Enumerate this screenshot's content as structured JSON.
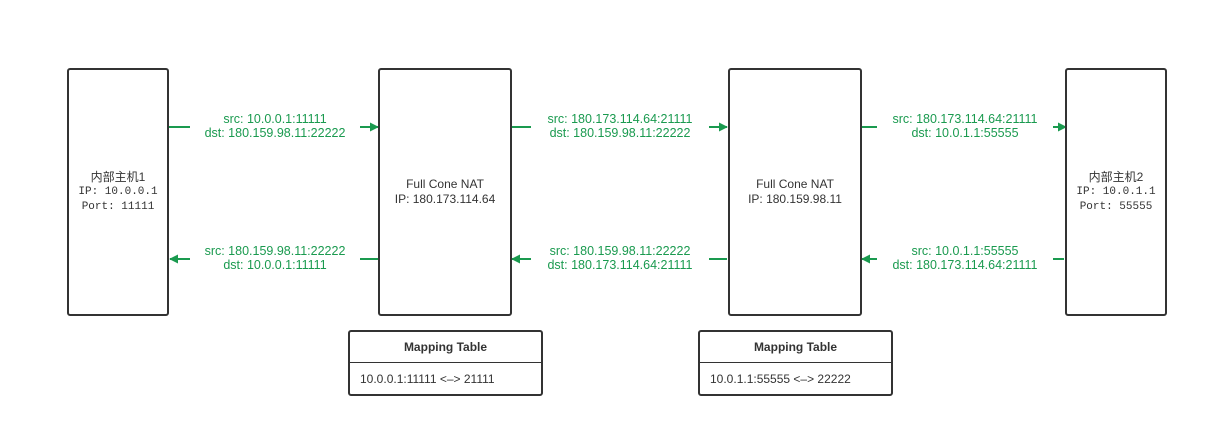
{
  "hosts": {
    "host1": {
      "name": "内部主机1",
      "ip": "IP: 10.0.0.1",
      "port": "Port: 11111"
    },
    "host2": {
      "name": "内部主机2",
      "ip": "IP: 10.0.1.1",
      "port": "Port: 55555"
    }
  },
  "nats": {
    "nat1": {
      "title": "Full Cone NAT",
      "ip": "IP: 180.173.114.64"
    },
    "nat2": {
      "title": "Full Cone NAT",
      "ip": "IP: 180.159.98.11"
    }
  },
  "tables": {
    "table1": {
      "header": "Mapping Table",
      "entry": "10.0.0.1:11111 <–> 21111"
    },
    "table2": {
      "header": "Mapping Table",
      "entry": "10.0.1.1:55555 <–> 22222"
    }
  },
  "flows": {
    "f1": {
      "src": "src: 10.0.0.1:11111",
      "dst": "dst: 180.159.98.11:22222"
    },
    "f2": {
      "src": "src: 180.173.114.64:21111",
      "dst": "dst: 180.159.98.11:22222"
    },
    "f3": {
      "src": "src: 180.173.114.64:21111",
      "dst": "dst: 10.0.1.1:55555"
    },
    "r1": {
      "src": "src: 10.0.1.1:55555",
      "dst": "dst: 180.173.114.64:21111"
    },
    "r2": {
      "src": "src: 180.159.98.11:22222",
      "dst": "dst: 180.173.114.64:21111"
    },
    "r3": {
      "src": "src: 180.159.98.11:22222",
      "dst": "dst: 10.0.0.1:11111"
    }
  },
  "colors": {
    "arrow": "#1a9a4f",
    "border": "#333333"
  }
}
